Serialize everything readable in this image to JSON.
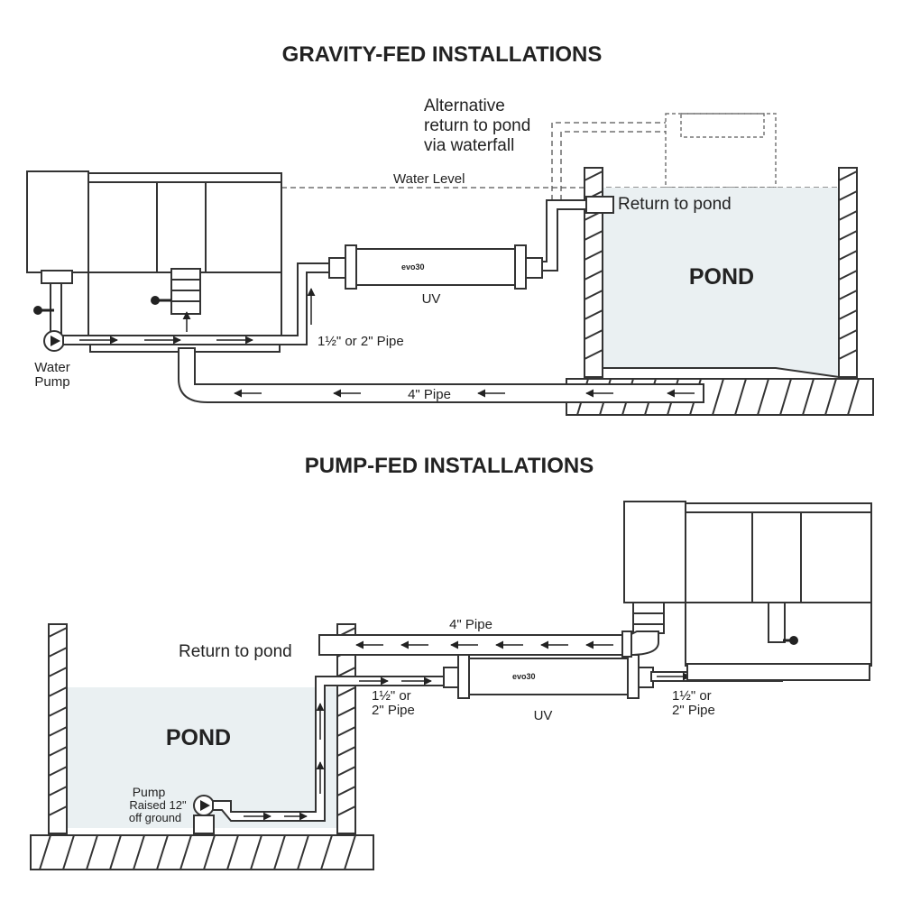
{
  "gravity": {
    "title": "GRAVITY-FED INSTALLATIONS",
    "alt_line1": "Alternative",
    "alt_line2": "return to pond",
    "alt_line3": "via waterfall",
    "water_level": "Water Level",
    "return_label": "Return to pond",
    "pond_label": "POND",
    "uv_label": "UV",
    "uv_brand": "evo30",
    "small_pipe_label": "1½\" or 2\" Pipe",
    "large_pipe_label": "4\" Pipe",
    "pump_line1": "Water",
    "pump_line2": "Pump"
  },
  "pumpfed": {
    "title": "PUMP-FED INSTALLATIONS",
    "large_pipe_label": "4\" Pipe",
    "return_label": "Return to pond",
    "pond_label": "POND",
    "uv_label": "UV",
    "uv_brand": "evo30",
    "left_pipe_line1": "1½\" or",
    "left_pipe_line2": "2\" Pipe",
    "right_pipe_line1": "1½\" or",
    "right_pipe_line2": "2\" Pipe",
    "pump_line1": "Pump",
    "pump_line2": "Raised 12\"",
    "pump_line3": "off ground"
  }
}
